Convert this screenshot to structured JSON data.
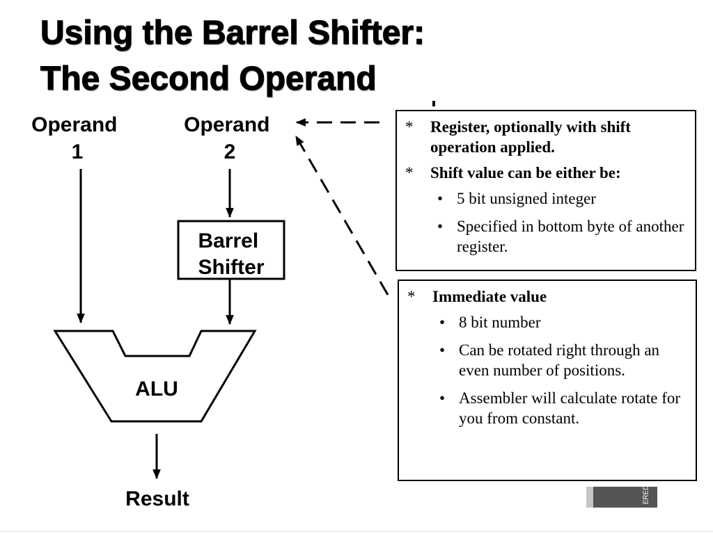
{
  "title": {
    "line1": "Using the Barrel Shifter:",
    "line2": "The Second Operand"
  },
  "diagram": {
    "operand1": [
      "Operand",
      "1"
    ],
    "operand2": [
      "Operand",
      "2"
    ],
    "barrel_shifter": [
      "Barrel",
      "Shifter"
    ],
    "alu": "ALU",
    "result": "Result"
  },
  "register_box": {
    "star": "*",
    "items": [
      {
        "text": "Register, optionally with shift operation applied.",
        "bullets": []
      },
      {
        "text": "Shift value can be either be:",
        "bullets": [
          "5 bit unsigned integer",
          "Specified in bottom byte of another register."
        ]
      }
    ]
  },
  "immediate_box": {
    "star": "*",
    "heading": "Immediate value",
    "bullets": [
      "8 bit number",
      "Can be rotated right through an even number of positions.",
      "Assembler will calculate rotate for you from constant."
    ]
  },
  "bullet_symbol": "•",
  "corner_badge_text": "ERED"
}
